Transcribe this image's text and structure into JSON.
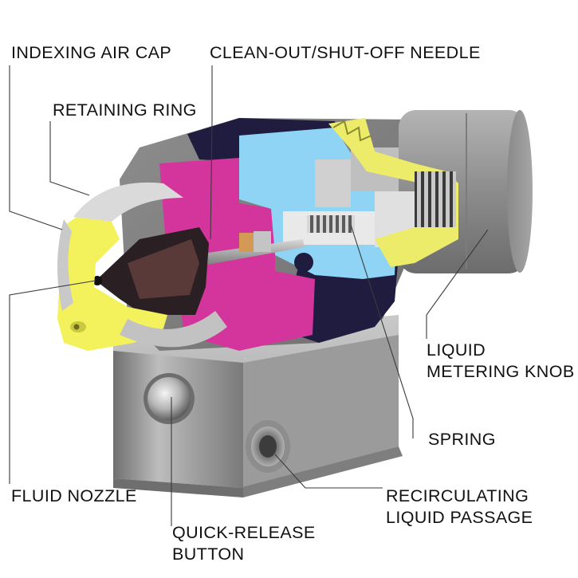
{
  "labels": {
    "indexing_air_cap": "INDEXING AIR CAP",
    "clean_out_needle": "CLEAN-OUT/SHUT-OFF NEEDLE",
    "retaining_ring": "RETAINING RING",
    "liquid_metering_knob": [
      "LIQUID",
      "METERING KNOB"
    ],
    "spring": "SPRING",
    "fluid_nozzle": "FLUID NOZZLE",
    "recirculating_passage": [
      "RECIRCULATING",
      "LIQUID PASSAGE"
    ],
    "quick_release_button": [
      "QUICK-RELEASE",
      "BUTTON"
    ]
  },
  "colors": {
    "air_cap": "#f3f25c",
    "body_left": "#d4359c",
    "body_right": "#8fd4f4",
    "body_dark": "#1f1c40",
    "metal": "#9a9a9a",
    "spring_yellow": "#ecec6a"
  }
}
